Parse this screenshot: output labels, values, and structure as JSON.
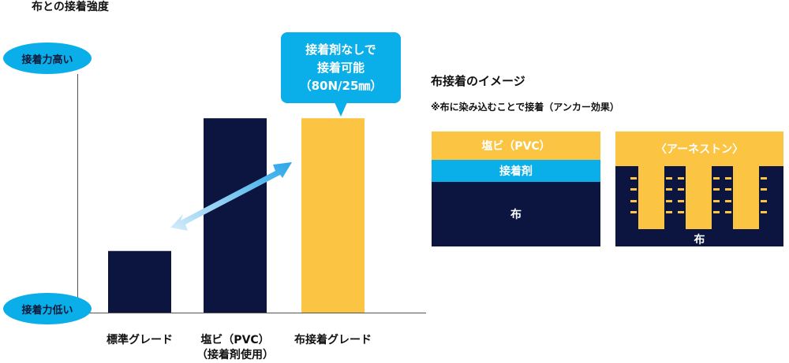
{
  "page_title": "布との接着強度",
  "y_high_label": "接着力高い",
  "y_low_label": "接着力低い",
  "callout": {
    "line1": "接着剤なしで",
    "line2": "接着可能",
    "line3": "（80N/25㎜）"
  },
  "chart_data": {
    "type": "bar",
    "categories": [
      "標準グレード",
      "塩ビ（PVC）（接着剤使用）",
      "布接着グレード"
    ],
    "category_lines": [
      [
        "標準グレード"
      ],
      [
        "塩ビ（PVC）",
        "（接着剤使用）"
      ],
      [
        "布接着グレード"
      ]
    ],
    "values": [
      26,
      82,
      82
    ],
    "ylim": [
      0,
      100
    ],
    "grid": false,
    "colors": [
      "#0c1440",
      "#0c1440",
      "#fbc543"
    ],
    "yaxis_ends": {
      "top": "接着力高い",
      "bottom": "接着力低い"
    }
  },
  "illustration": {
    "title": "布接着のイメージ",
    "note": "※布に染み込むことで接着（アンカー効果）",
    "left": {
      "top_layer": "塩ビ（PVC）",
      "middle_layer": "接着剤",
      "bottom_layer": "布"
    },
    "right": {
      "top_layer": "〈アーネストン〉",
      "bottom_layer": "布"
    },
    "colors": {
      "yellow": "#fbc543",
      "blue": "#0aaee8",
      "navy": "#0c1440"
    }
  }
}
